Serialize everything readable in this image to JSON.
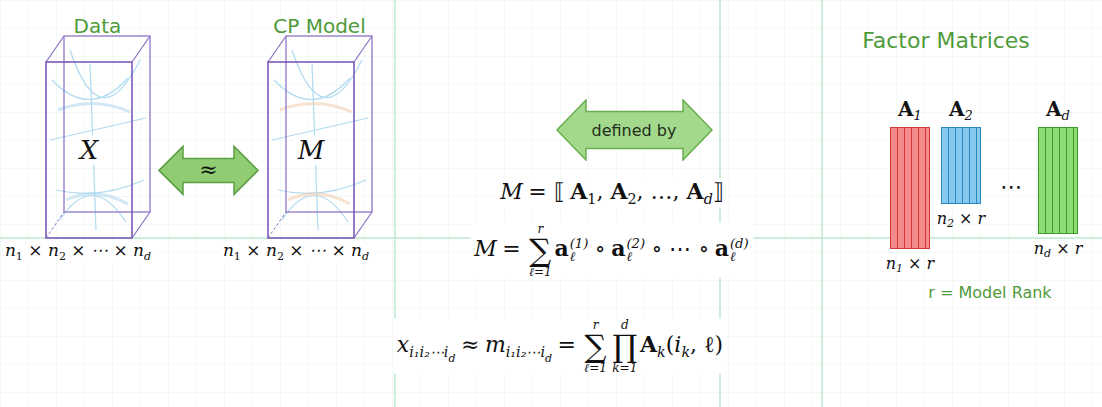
{
  "diagram": {
    "nodes": [
      {
        "text": [
          "Data",
          "X"
        ]
      },
      {
        "text": [
          "CP Model",
          "M"
        ]
      },
      {
        "text": [
          "defined by"
        ]
      },
      {
        "text": [
          "A",
          "1",
          "n",
          "1",
          " × r"
        ]
      },
      {
        "text": [
          "A",
          "2",
          "n",
          "2",
          " × r"
        ]
      },
      {
        "text": [
          "A",
          "d",
          "n",
          "d",
          " × r"
        ]
      }
    ],
    "edges": [
      {
        "from": 0,
        "to": 1,
        "arrow": "both",
        "label": "≈"
      }
    ],
    "labels": [
      "n",
      "1",
      " × n",
      "2",
      " × ⋯ × n",
      "d",
      "n",
      "1",
      " × n",
      "2",
      " × ⋯ × n",
      "d",
      "Factor Matrices",
      "⋯",
      "r = Model Rank",
      "M",
      "= ⟦",
      "A",
      "1",
      ", ",
      "A",
      "2",
      ", …, ",
      "A",
      "d",
      "⟧",
      "M",
      "=",
      "∑",
      "r",
      "ℓ=1",
      "a",
      "(1)",
      "ℓ",
      "∘",
      "a",
      "(2)",
      "ℓ",
      "∘ ⋯ ∘",
      "a",
      "(d)",
      "ℓ",
      "x",
      "i₁i₂⋯i",
      "d",
      "≈",
      "m",
      "i₁i₂⋯i",
      "d",
      "=",
      "∑",
      "r",
      "ℓ=1",
      "∏",
      "d",
      "k=1",
      "A",
      "k",
      "(",
      "i",
      "k",
      ", ℓ)"
    ]
  }
}
